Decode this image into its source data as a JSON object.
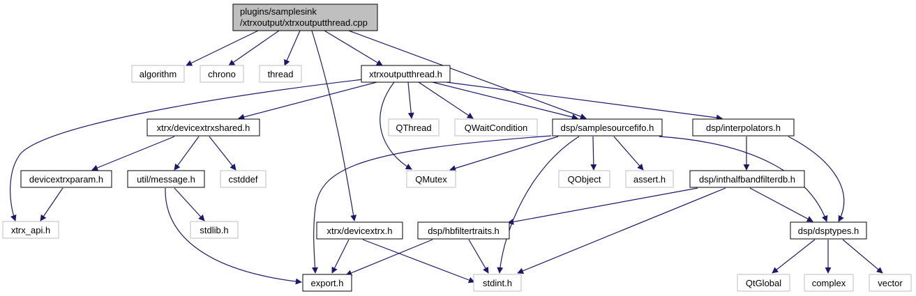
{
  "colors": {
    "edge": "#191970",
    "root_fill": "#bfbfbf",
    "internal_border": "#000000",
    "external_border": "#bfbfbf",
    "background": "#ffffff"
  },
  "nodes": {
    "root_line1": "plugins/samplesink",
    "root_line2": "/xtrxoutput/xtrxoutputthread.cpp",
    "algorithm": "algorithm",
    "chrono": "chrono",
    "thread": "thread",
    "xtrxoutputthread_h": "xtrxoutputthread.h",
    "samplesourcefifo": "dsp/samplesourcefifo.h",
    "xtrx_devicextrx": "xtrx/devicextrx.h",
    "devicextrxshared": "xtrx/devicextrxshared.h",
    "qthread": "QThread",
    "qwaitcondition": "QWaitCondition",
    "interpolators": "dsp/interpolators.h",
    "devicextrxparam": "devicextrxparam.h",
    "util_message": "util/message.h",
    "cstddef": "cstddef",
    "qmutex": "QMutex",
    "qobject": "QObject",
    "assert_h": "assert.h",
    "inthalfbandfilterdb": "dsp/inthalfbandfilterdb.h",
    "xtrx_api": "xtrx_api.h",
    "stdlib": "stdlib.h",
    "hbfiltertraits": "dsp/hbfiltertraits.h",
    "dsptypes": "dsp/dsptypes.h",
    "export_h": "export.h",
    "stdint": "stdint.h",
    "qtglobal": "QtGlobal",
    "complex": "complex",
    "vector": "vector"
  }
}
